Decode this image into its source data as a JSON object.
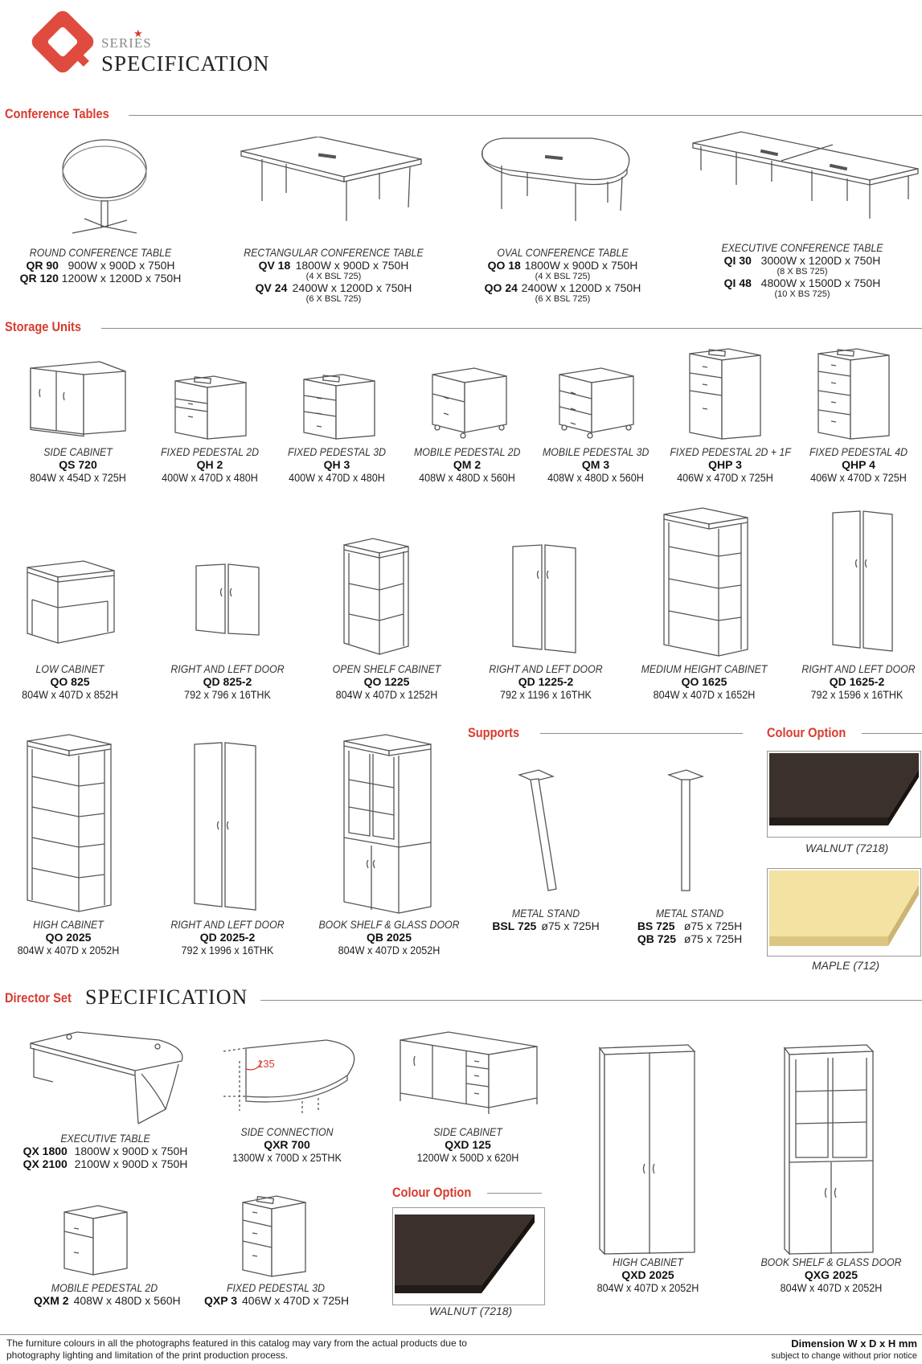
{
  "brand": {
    "logo_letter": "Q",
    "series": "SERIES",
    "heading": "SPECIFICATION",
    "colors": {
      "accent": "#d83b2f"
    }
  },
  "conference": {
    "title": "Conference Tables",
    "items": [
      {
        "name": "ROUND CONFERENCE TABLE",
        "rows": [
          {
            "code": "QR 90",
            "dim": "900W x  900D x 750H"
          },
          {
            "code": "QR 120",
            "dim": "1200W x 1200D x 750H"
          }
        ]
      },
      {
        "name": "RECTANGULAR CONFERENCE TABLE",
        "rows": [
          {
            "code": "QV 18",
            "dim": "1800W x  900D x 750H",
            "sub": "(4 X BSL 725)"
          },
          {
            "code": "QV 24",
            "dim": "2400W x 1200D x 750H",
            "sub": "(6 X BSL 725)"
          }
        ]
      },
      {
        "name": "OVAL CONFERENCE TABLE",
        "rows": [
          {
            "code": "QO 18",
            "dim": "1800W x  900D x 750H",
            "sub": "(4 X BSL 725)"
          },
          {
            "code": "QO 24",
            "dim": "2400W x 1200D x 750H",
            "sub": "(6 X BSL 725)"
          }
        ]
      },
      {
        "name": "EXECUTIVE CONFERENCE TABLE",
        "rows": [
          {
            "code": "QI 30",
            "dim": "3000W x 1200D x 750H",
            "sub": "(8 X BS 725)"
          },
          {
            "code": "QI 48",
            "dim": "4800W x 1500D x 750H",
            "sub": "(10 X BS 725)"
          }
        ]
      }
    ]
  },
  "storage": {
    "title": "Storage Units",
    "row1": [
      {
        "name": "SIDE CABINET",
        "code": "QS 720",
        "dim": "804W x 454D x 725H"
      },
      {
        "name": "FIXED PEDESTAL 2D",
        "code": "QH 2",
        "dim": "400W x 470D x 480H"
      },
      {
        "name": "FIXED PEDESTAL 3D",
        "code": "QH 3",
        "dim": "400W x 470D x 480H"
      },
      {
        "name": "MOBILE PEDESTAL 2D",
        "code": "QM 2",
        "dim": "408W x 480D x 560H"
      },
      {
        "name": "MOBILE PEDESTAL 3D",
        "code": "QM 3",
        "dim": "408W x 480D x 560H"
      },
      {
        "name": "FIXED PEDESTAL 2D + 1F",
        "code": "QHP 3",
        "dim": "406W x 470D x 725H"
      },
      {
        "name": "FIXED PEDESTAL 4D",
        "code": "QHP 4",
        "dim": "406W x 470D x 725H"
      }
    ],
    "row2": [
      {
        "name": "LOW CABINET",
        "code": "QO 825",
        "dim": "804W x 407D x 852H"
      },
      {
        "name": "RIGHT AND LEFT DOOR",
        "code": "QD 825-2",
        "dim": "792 x 796 x 16THK"
      },
      {
        "name": "OPEN SHELF CABINET",
        "code": "QO 1225",
        "dim": "804W x 407D x 1252H"
      },
      {
        "name": "RIGHT AND LEFT DOOR",
        "code": "QD 1225-2",
        "dim": "792 x 1196 x 16THK"
      },
      {
        "name": "MEDIUM HEIGHT CABINET",
        "code": "QO 1625",
        "dim": "804W x 407D x 1652H"
      },
      {
        "name": "RIGHT AND LEFT DOOR",
        "code": "QD 1625-2",
        "dim": "792 x 1596 x 16THK"
      }
    ],
    "row3": [
      {
        "name": "HIGH CABINET",
        "code": "QO 2025",
        "dim": "804W x 407D x 2052H"
      },
      {
        "name": "RIGHT AND LEFT DOOR",
        "code": "QD 2025-2",
        "dim": "792 x 1996 x 16THK"
      },
      {
        "name": "BOOK SHELF & GLASS DOOR",
        "code": "QB 2025",
        "dim": "804W x 407D x 2052H"
      }
    ]
  },
  "supports": {
    "title": "Supports",
    "items": [
      {
        "name": "METAL STAND",
        "rows": [
          {
            "code": "BSL 725",
            "dim": "ø75 x 725H"
          }
        ]
      },
      {
        "name": "METAL STAND",
        "rows": [
          {
            "code": "BS 725",
            "dim": "ø75 x 725H"
          },
          {
            "code": "QB 725",
            "dim": "ø75 x 725H"
          }
        ]
      }
    ]
  },
  "colour": {
    "title": "Colour Option",
    "swatches": [
      {
        "label": "WALNUT (7218)",
        "color": "#3b302c"
      },
      {
        "label": "MAPLE (712)",
        "color": "#f3e2a2"
      }
    ]
  },
  "director": {
    "title": "Director Set",
    "heading": "SPECIFICATION",
    "items": [
      {
        "name": "EXECUTIVE TABLE",
        "rows": [
          {
            "code": "QX 1800",
            "dim": "1800W x 900D x 750H"
          },
          {
            "code": "QX 2100",
            "dim": "2100W x 900D x 750H"
          }
        ]
      },
      {
        "name": "SIDE CONNECTION",
        "code": "QXR 700",
        "dim": "1300W x 700D x 25THK",
        "angle": "135"
      },
      {
        "name": "SIDE CABINET",
        "code": "QXD 125",
        "dim": "1200W x 500D x 620H"
      },
      {
        "name": "MOBILE PEDESTAL 2D",
        "code": "QXM 2",
        "dim": "408W x 480D x 560H"
      },
      {
        "name": "FIXED PEDESTAL 3D",
        "code": "QXP 3",
        "dim": "406W x 470D x 725H"
      },
      {
        "name": "HIGH CABINET",
        "code": "QXD 2025",
        "dim": "804W x 407D x 2052H"
      },
      {
        "name": "BOOK SHELF & GLASS DOOR",
        "code": "QXG 2025",
        "dim": "804W x 407D x 2052H"
      }
    ],
    "colour_title": "Colour Option",
    "swatch": {
      "label": "WALNUT (7218)",
      "color": "#3b302c"
    }
  },
  "footer": {
    "disclaimer_1": "The furniture colours in all the photographs featured in this catalog may vary from the actual products due to",
    "disclaimer_2": "photography lighting and limitation of the print production process.",
    "dimension": "Dimension W x D x H mm",
    "notice": "subject to change without prior notice"
  }
}
